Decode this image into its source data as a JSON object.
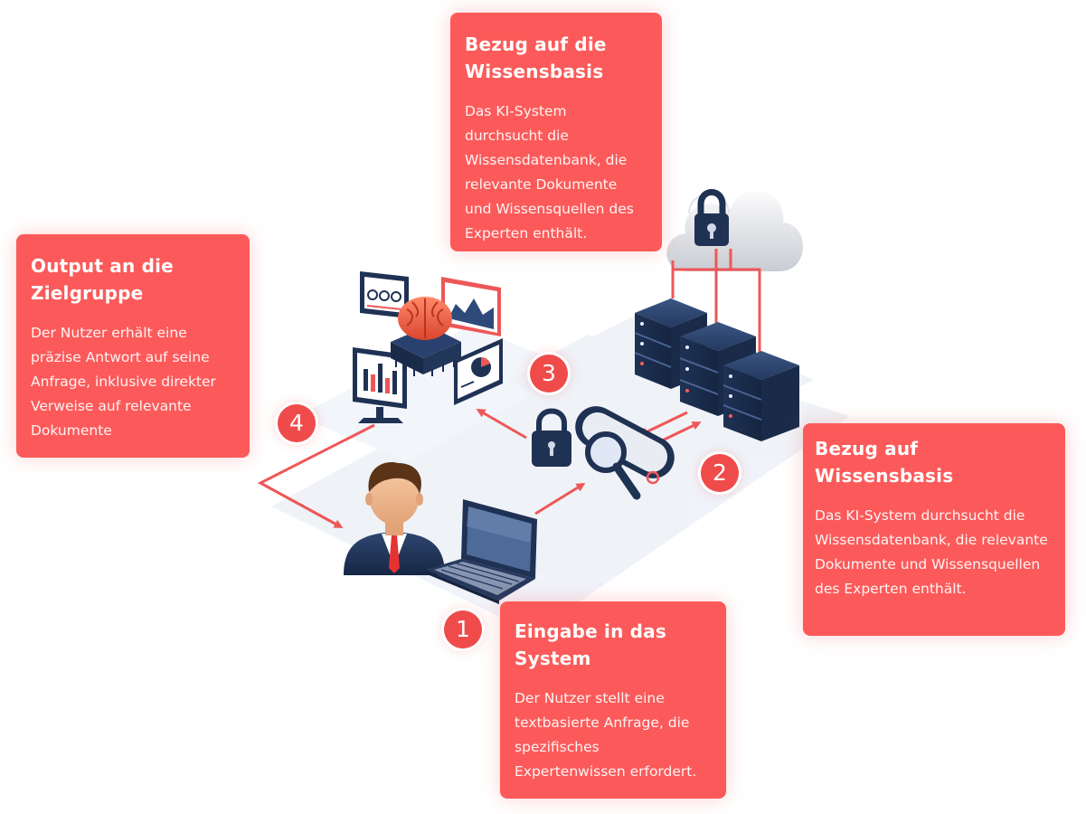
{
  "cards": {
    "knowledge_top": {
      "title": "Bezug auf die Wissensbasis",
      "text": "Das KI-System durchsucht die Wissensdatenbank, die relevante Dokumente und Wissensquellen des Experten enthält."
    },
    "output": {
      "title": "Output an die Zielgruppe",
      "text": "Der Nutzer erhält eine präzise Antwort auf seine Anfrage, inklusive direkter Verweise auf relevante Dokumente"
    },
    "knowledge_right": {
      "title": "Bezug auf Wissensbasis",
      "text": "Das KI-System durchsucht die Wissensdatenbank, die relevante Dokumente und Wissensquellen des Experten enthält."
    },
    "input": {
      "title": "Eingabe in das System",
      "text": "Der Nutzer stellt eine textbasierte Anfrage, die spezifisches Expertenwissen erfordert."
    }
  },
  "steps": [
    "1",
    "2",
    "3",
    "4"
  ],
  "colors": {
    "accent": "#fc5a5a",
    "badge": "#ef4b4b",
    "navy": "#1f3254",
    "floor": "#eef2f8"
  },
  "icons": [
    "cloud-lock-icon",
    "server-stack-icon",
    "magnifier-search-icon",
    "padlock-icon",
    "ai-brain-chip-icon",
    "dashboard-monitor-icon",
    "businessman-icon",
    "laptop-icon"
  ]
}
